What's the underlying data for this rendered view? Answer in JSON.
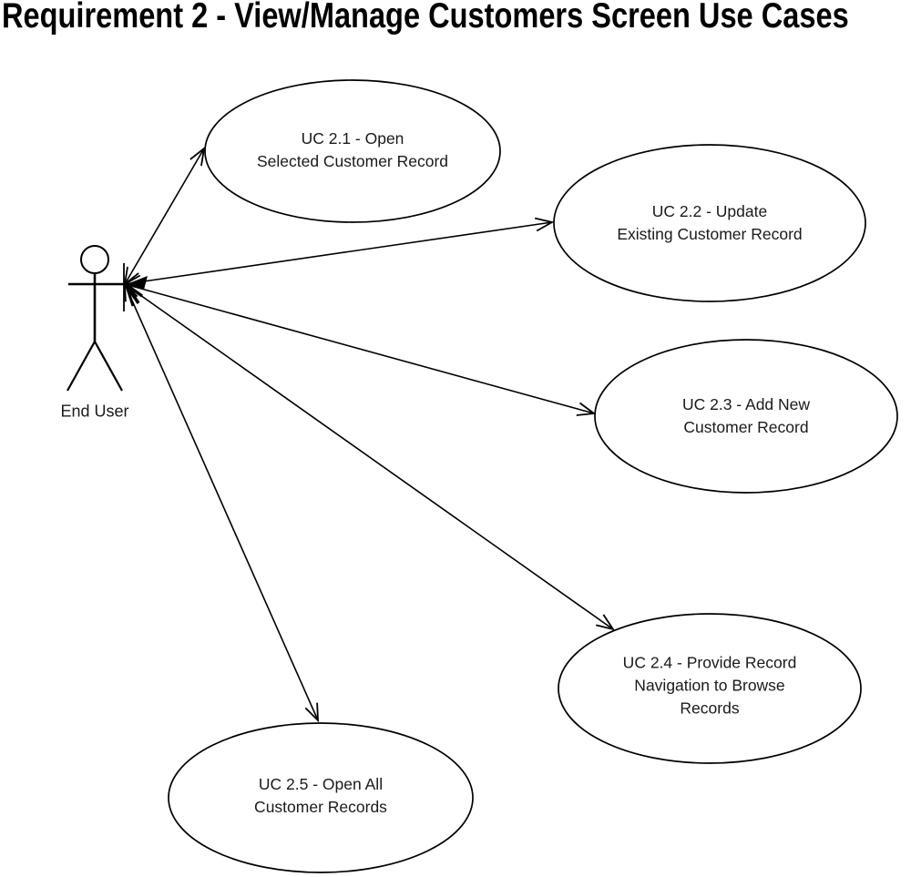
{
  "title": "Requirement  2 - View/Manage Customers Screen Use Cases",
  "actor": {
    "label": "End User"
  },
  "use_cases": [
    {
      "id": "UC 2.1",
      "label": "UC  2.1 - Open\nSelected Customer Record"
    },
    {
      "id": "UC 2.2",
      "label": "UC  2.2 - Update\nExisting Customer Record"
    },
    {
      "id": "UC 2.3",
      "label": "UC  2.3 - Add New\nCustomer Record"
    },
    {
      "id": "UC 2.4",
      "label": "UC  2.4 - Provide Record\nNavigation to Browse\nRecords"
    },
    {
      "id": "UC 2.5",
      "label": "UC  2.5 - Open All\nCustomer Records"
    }
  ],
  "connections": [
    {
      "from": "End User",
      "to": "UC 2.1",
      "bidirectional": true
    },
    {
      "from": "End User",
      "to": "UC 2.2",
      "bidirectional": true
    },
    {
      "from": "End User",
      "to": "UC 2.3",
      "bidirectional": true
    },
    {
      "from": "End User",
      "to": "UC 2.4",
      "bidirectional": true
    },
    {
      "from": "End User",
      "to": "UC 2.5",
      "bidirectional": true
    }
  ],
  "colors": {
    "ink": "#000000",
    "background": "#ffffff",
    "text": "#1a1a1a"
  }
}
